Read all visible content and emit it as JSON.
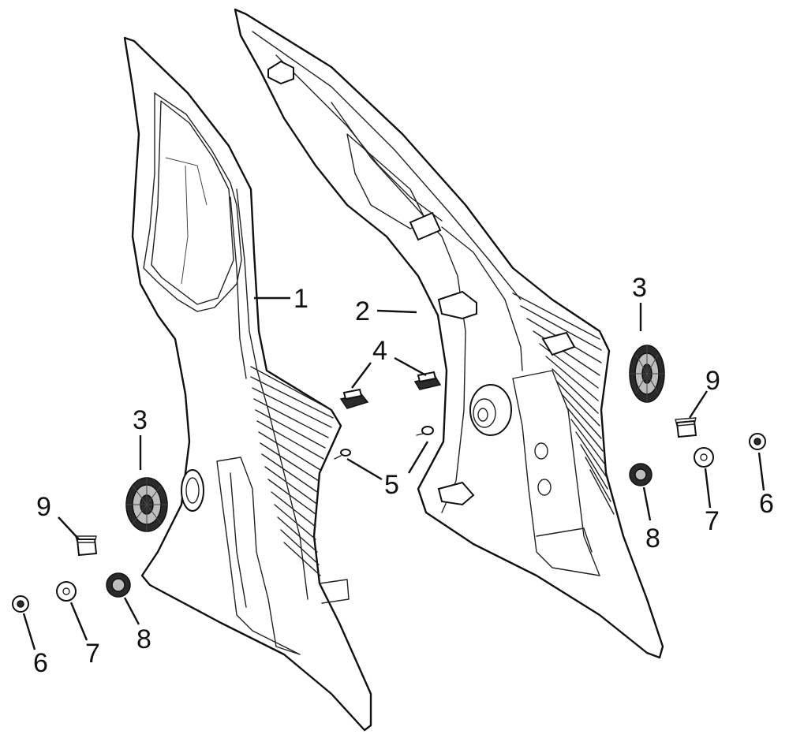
{
  "callouts": {
    "c1": "1",
    "c2": "2",
    "c3_right": "3",
    "c3_left": "3",
    "c4": "4",
    "c5": "5",
    "c6_left": "6",
    "c6_right": "6",
    "c7_left": "7",
    "c7_right": "7",
    "c8_left": "8",
    "c8_right": "8",
    "c9_left": "9",
    "c9_right": "9"
  }
}
